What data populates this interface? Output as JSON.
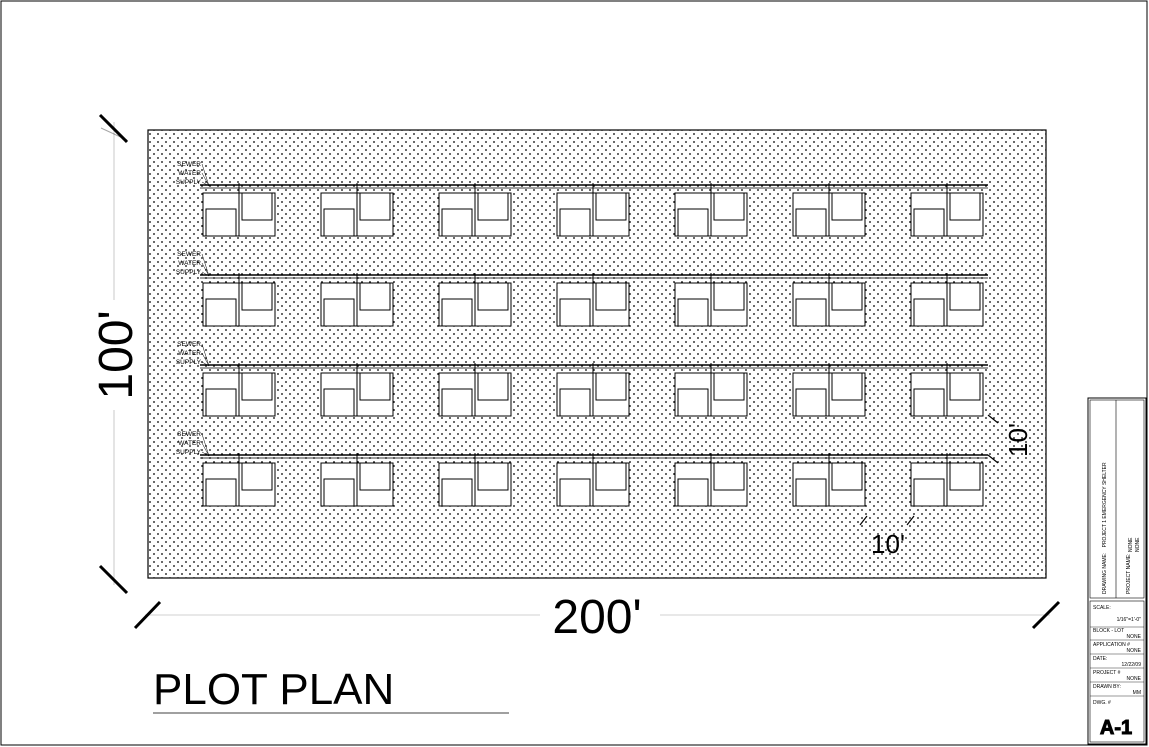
{
  "drawing": {
    "title": "PLOT PLAN",
    "width_label": "200'",
    "height_label": "100'",
    "spacing_label_h": "10'",
    "spacing_label_v": "10'"
  },
  "site": {
    "rows": 4,
    "units_per_row": 7,
    "utility_labels": [
      "SEWER",
      "WATER",
      "SUPPLY"
    ]
  },
  "title_block": {
    "drawing_name_label": "DRAWING NAME:",
    "drawing_name": "PROJECT 1 EMERGENCY SHELTER",
    "project_name_label": "PROJECT NAME:",
    "project_name_1": "NONE",
    "project_name_2": "NONE",
    "scale_label": "SCALE:",
    "scale": "1/16\"=1'-0\"",
    "block_lot_label": "BLOCK - LOT",
    "block_lot": "NONE",
    "application_label": "APPLICATION #",
    "application": "NONE",
    "date_label": "DATE:",
    "date": "12/22/09",
    "project_no_label": "PROJECT #",
    "project_no": "NONE",
    "drawn_by_label": "DRAWN BY:",
    "drawn_by": "MM",
    "dwg_no_label": "DWG. #",
    "dwg_no": "A-1"
  }
}
